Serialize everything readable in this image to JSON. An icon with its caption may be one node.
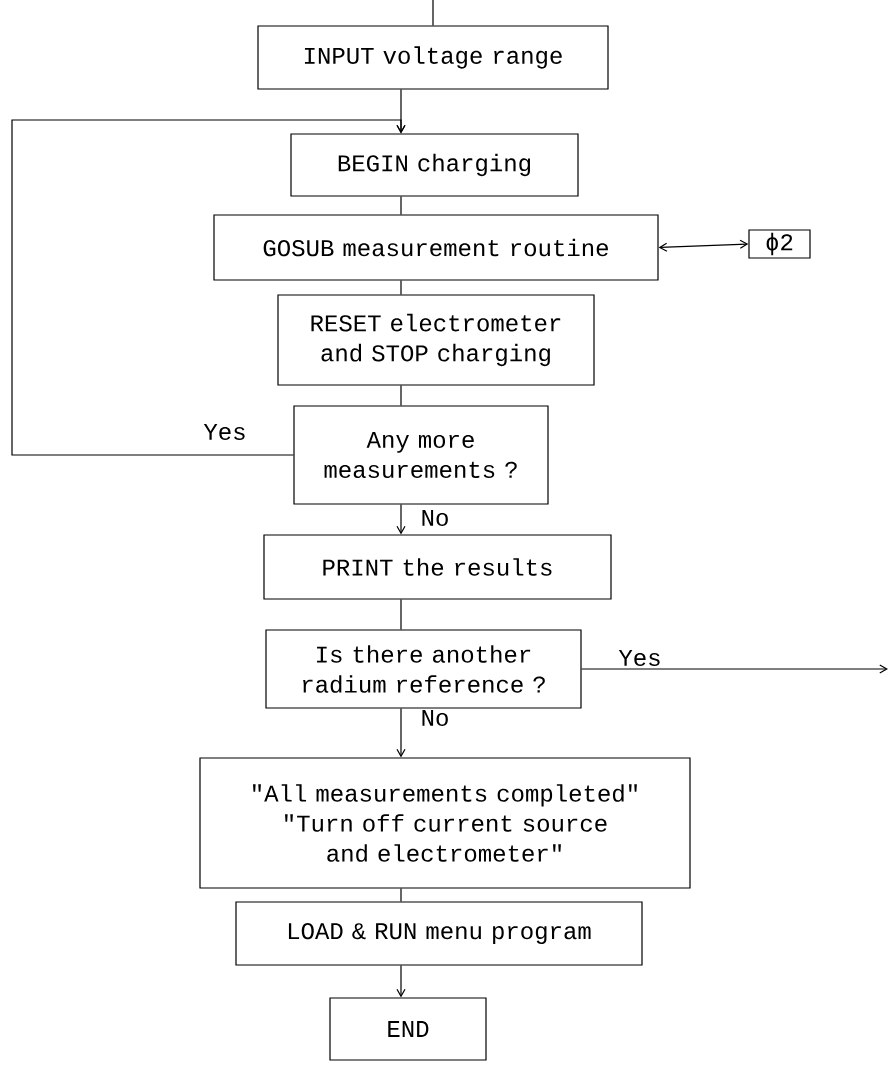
{
  "diagram": {
    "nodes": [
      {
        "text": [
          "INPUT voltage range"
        ]
      },
      {
        "text": [
          "BEGIN charging"
        ]
      },
      {
        "text": [
          "GOSUB measurement routine"
        ]
      },
      {
        "text": [
          "ϕ2"
        ]
      },
      {
        "text": [
          "RESET electrometer and STOP charging"
        ]
      },
      {
        "text": [
          "Any more measurements ?"
        ]
      },
      {
        "text": [
          "PRINT the results"
        ]
      },
      {
        "text": [
          "Is there another radium reference ?"
        ]
      },
      {
        "text": [
          "\"All measurements completed\"",
          "\"Turn off current source and electrometer\""
        ]
      },
      {
        "text": [
          "LOAD & RUN menu program"
        ]
      },
      {
        "text": [
          "END"
        ]
      }
    ],
    "edges": [
      {
        "from": null,
        "to": 0,
        "arrow": "none"
      },
      {
        "from": 0,
        "to": 1,
        "arrow": "to"
      },
      {
        "from": 1,
        "to": 2,
        "arrow": "none"
      },
      {
        "from": 2,
        "to": 3,
        "arrow": "both"
      },
      {
        "from": 2,
        "to": 4,
        "arrow": "none"
      },
      {
        "from": 4,
        "to": 5,
        "arrow": "none"
      },
      {
        "from": 5,
        "to": 1,
        "arrow": "to",
        "label": "Yes"
      },
      {
        "from": 5,
        "to": 6,
        "arrow": "to",
        "label": "No"
      },
      {
        "from": 6,
        "to": 7,
        "arrow": "none"
      },
      {
        "from": 7,
        "to": null,
        "arrow": "to",
        "label": "Yes"
      },
      {
        "from": 7,
        "to": 8,
        "arrow": "to",
        "label": "No"
      },
      {
        "from": 8,
        "to": 9,
        "arrow": "none"
      },
      {
        "from": 9,
        "to": 10,
        "arrow": "to"
      }
    ]
  }
}
